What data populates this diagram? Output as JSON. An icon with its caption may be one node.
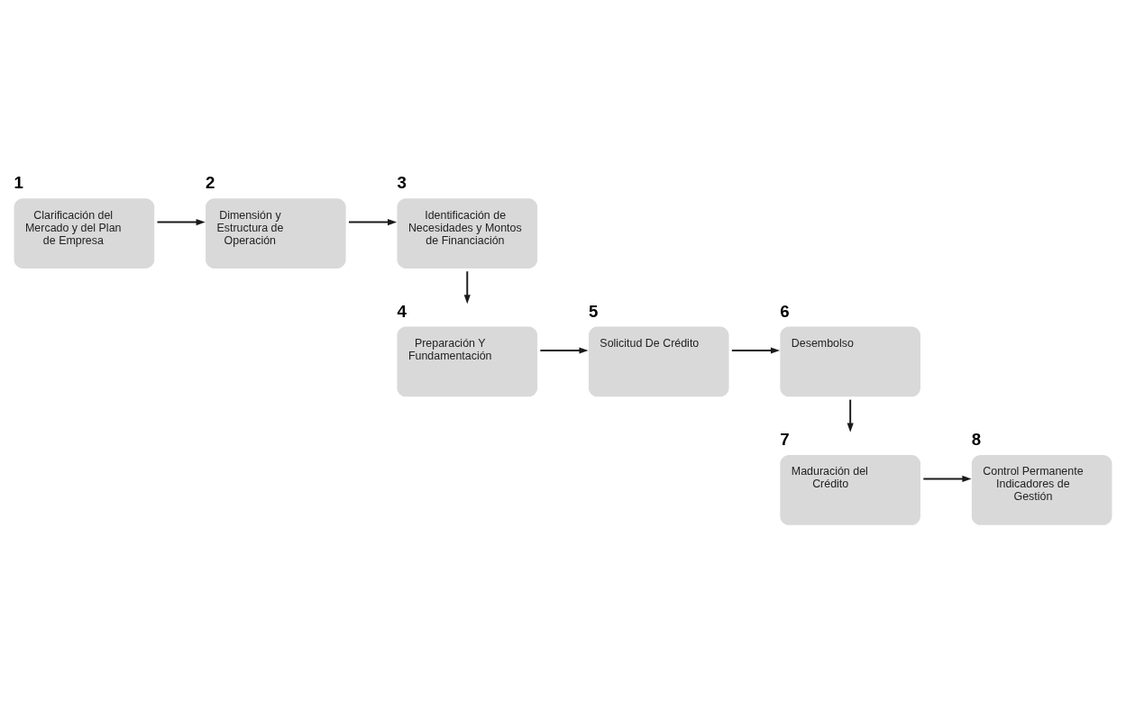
{
  "diagram": {
    "nodes": [
      {
        "text": [
          "1",
          "Clarificación del Mercado y del Plan de Empresa"
        ]
      },
      {
        "text": [
          "2",
          "Dimensión y Estructura de Operación"
        ]
      },
      {
        "text": [
          "3",
          "Identificación de Necesidades y Montos de Financiación"
        ]
      },
      {
        "text": [
          "4",
          "Preparación Y Fundamentación"
        ]
      },
      {
        "text": [
          "5",
          "Solicitud De Crédito"
        ]
      },
      {
        "text": [
          "6",
          "Desembolso"
        ]
      },
      {
        "text": [
          "7",
          "Maduración del Crédito"
        ]
      },
      {
        "text": [
          "8",
          "Control Permanente Indicadores de Gestión"
        ]
      }
    ],
    "edges": [
      {
        "from": 0,
        "to": 1,
        "arrow": "to"
      },
      {
        "from": 1,
        "to": 2,
        "arrow": "to"
      },
      {
        "from": 2,
        "to": 3,
        "arrow": "to"
      },
      {
        "from": 3,
        "to": 4,
        "arrow": "to"
      },
      {
        "from": 4,
        "to": 5,
        "arrow": "to"
      },
      {
        "from": 5,
        "to": 6,
        "arrow": "to"
      },
      {
        "from": 6,
        "to": 7,
        "arrow": "to"
      }
    ]
  }
}
